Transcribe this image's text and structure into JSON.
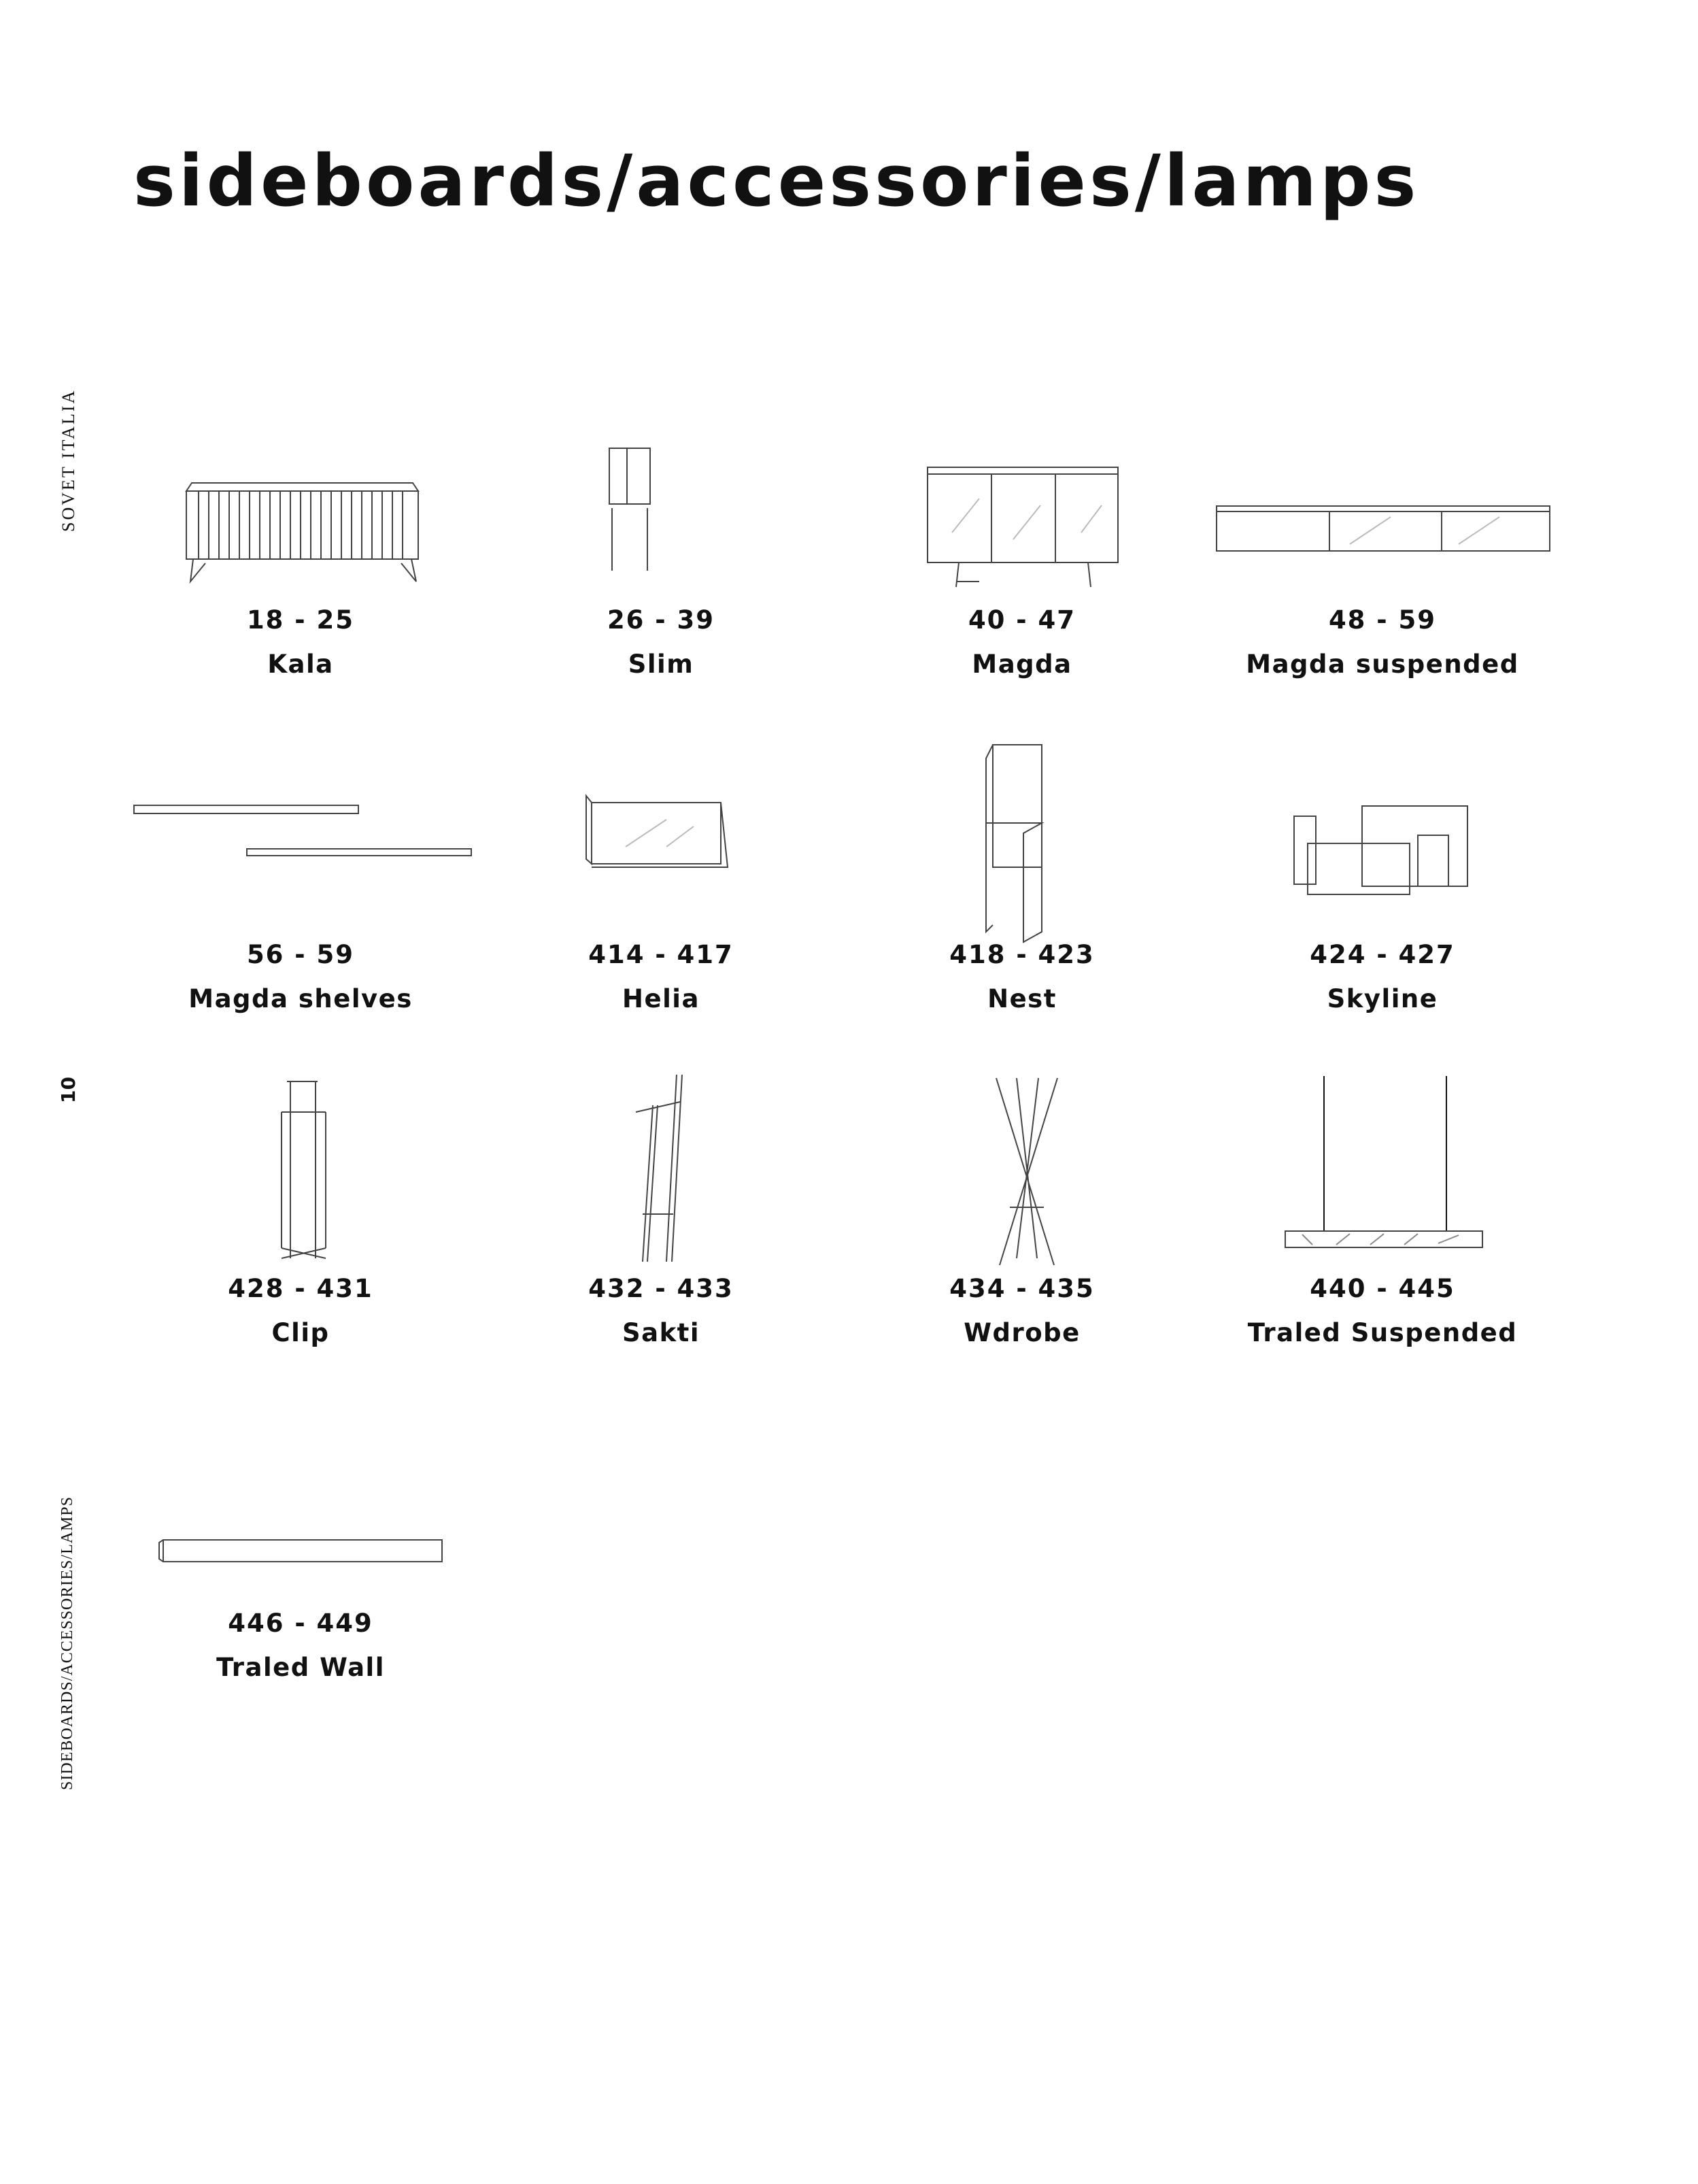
{
  "title": "sideboards/accessories/lamps",
  "sidebar": {
    "brand": "SOVET ITALIA",
    "page_number": "10",
    "section": "SIDEBOARDS/ACCESSORIES/LAMPS"
  },
  "items": [
    {
      "pages": "18 - 25",
      "name": "Kala",
      "icon": "sideboard-drawing"
    },
    {
      "pages": "26 - 39",
      "name": "Slim",
      "icon": "cabinet-drawing"
    },
    {
      "pages": "40 - 47",
      "name": "Magda",
      "icon": "sideboard-drawing"
    },
    {
      "pages": "48 - 59",
      "name": "Magda suspended",
      "icon": "suspended-sideboard-drawing"
    },
    {
      "pages": "56 - 59",
      "name": "Magda shelves",
      "icon": "shelves-drawing"
    },
    {
      "pages": "414 - 417",
      "name": "Helia",
      "icon": "wall-unit-drawing"
    },
    {
      "pages": "418 - 423",
      "name": "Nest",
      "icon": "tall-cabinet-drawing"
    },
    {
      "pages": "424 - 427",
      "name": "Skyline",
      "icon": "bookcase-drawing"
    },
    {
      "pages": "428 - 431",
      "name": "Clip",
      "icon": "magazine-rack-drawing"
    },
    {
      "pages": "432 - 433",
      "name": "Sakti",
      "icon": "coat-stand-drawing"
    },
    {
      "pages": "434 - 435",
      "name": "Wdrobe",
      "icon": "coat-stand-drawing"
    },
    {
      "pages": "440 - 445",
      "name": "Traled Suspended",
      "icon": "pendant-lamp-drawing"
    },
    {
      "pages": "446 - 449",
      "name": "Traled Wall",
      "icon": "wall-lamp-drawing"
    }
  ]
}
